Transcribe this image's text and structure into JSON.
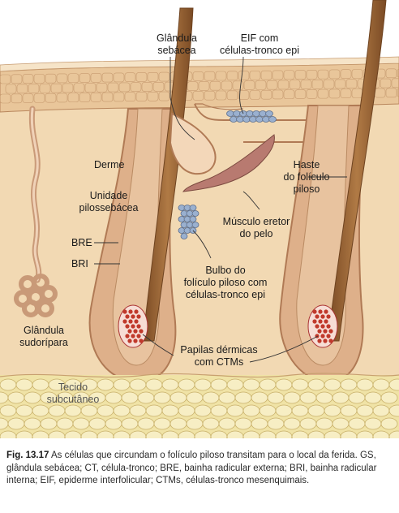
{
  "labels": {
    "glandula_sebacea": [
      "Glândula",
      "sebácea"
    ],
    "eif": [
      "EIF com",
      "células-tronco epi"
    ],
    "derme": "Derme",
    "haste": [
      "Haste",
      "do folículo",
      "piloso"
    ],
    "unidade": [
      "Unidade",
      "pilossebácea"
    ],
    "musculo": [
      "Músculo eretor",
      "do pelo"
    ],
    "bre": "BRE",
    "bri": "BRI",
    "bulbo": [
      "Bulbo do",
      "folículo piloso com",
      "células-tronco epi"
    ],
    "glandula_sudoripara": [
      "Glândula",
      "sudorípara"
    ],
    "papilas": [
      "Papilas dérmicas",
      "com CTMs"
    ],
    "tecido": [
      "Tecido",
      "subcutâneo"
    ]
  },
  "caption": {
    "fig_number": "Fig. 13.17",
    "text": "As células que circundam o folículo piloso transitam para o local da ferida. GS, glândula sebácea; CT, célula-tronco; BRE, bainha radicular externa; BRI, bainha radicular interna; EIF, epiderme interfolicular; CTMs, células-tronco mesenquimais."
  },
  "colors": {
    "dermis": "#f2d9b3",
    "epidermis": "#e9c69a",
    "follicle": "#deb08a",
    "follicle_outline": "#b07a55",
    "hair": "#a8723f",
    "papilla": "#c0392b",
    "stem_cells": "#9ab0cf",
    "subcutaneous": "#f0e3a6"
  }
}
